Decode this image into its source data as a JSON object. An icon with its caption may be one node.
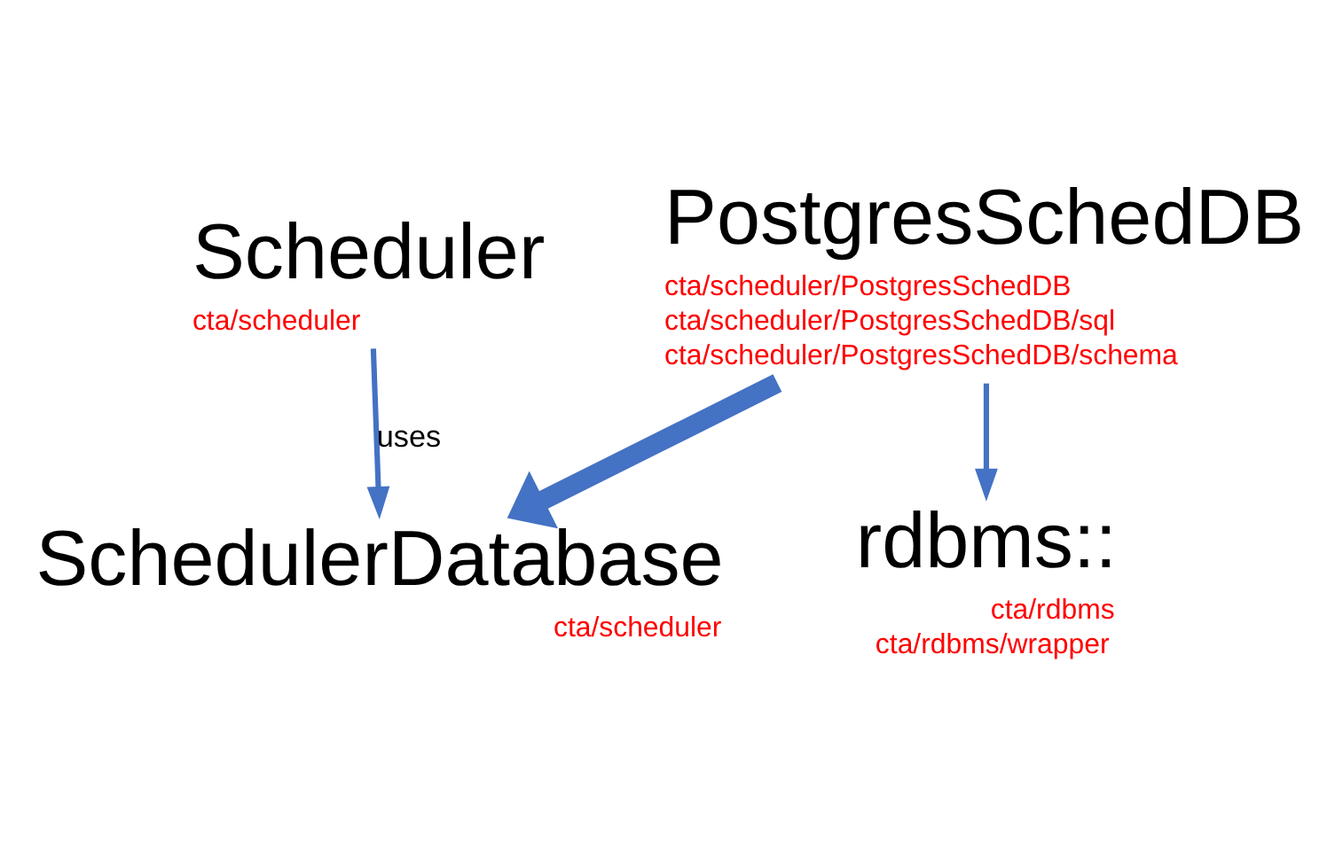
{
  "diagram": {
    "nodes": [
      {
        "text": [
          "Scheduler"
        ],
        "beside": [
          "cta/scheduler"
        ]
      },
      {
        "text": [
          "SchedulerDatabase"
        ],
        "beside": [
          "cta/scheduler"
        ]
      },
      {
        "text": [
          "PostgresSchedDB"
        ],
        "beside": [
          "cta/scheduler/PostgresSchedDB",
          "cta/scheduler/PostgresSchedDB/sql",
          "cta/scheduler/PostgresSchedDB/schema"
        ]
      },
      {
        "text": [
          "rdbms::"
        ],
        "beside": [
          "cta/rdbms",
          "cta/rdbms/wrapper"
        ]
      }
    ],
    "edges": [
      {
        "from": 0,
        "to": 1,
        "arrow": "to",
        "label": "uses"
      },
      {
        "from": 2,
        "to": 1,
        "arrow": "to",
        "style": "thick"
      },
      {
        "from": 2,
        "to": 3,
        "arrow": "to"
      }
    ]
  }
}
